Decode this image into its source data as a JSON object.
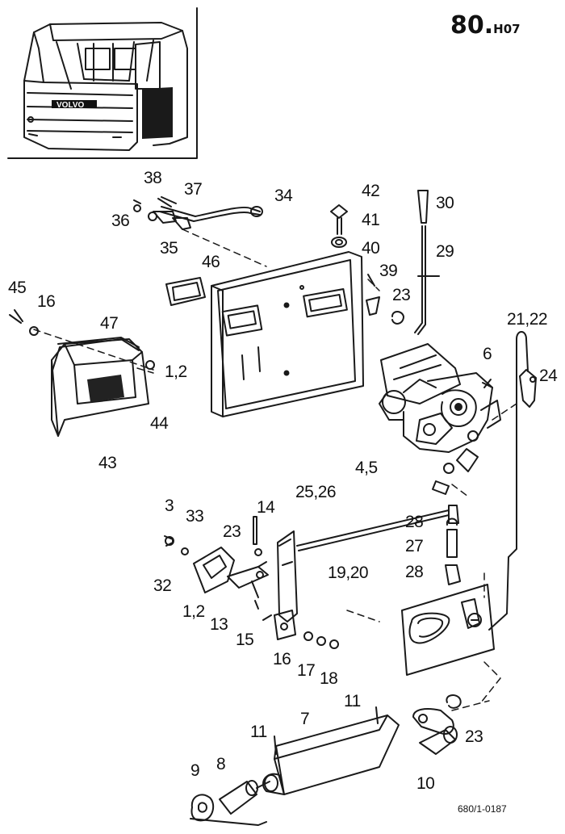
{
  "page_number": "80.",
  "page_suffix": "H07",
  "drawing_ref": "680/1-0187",
  "cab_badge_text": "VOLVO",
  "callouts": {
    "c38": "38",
    "c37": "37",
    "c34": "34",
    "c36": "36",
    "c35": "35",
    "c42": "42",
    "c41": "41",
    "c40": "40",
    "c39": "39",
    "c30": "30",
    "c29": "29",
    "c23a": "23",
    "c46": "46",
    "c45": "45",
    "c16a": "16",
    "c47": "47",
    "c12a": "1,2",
    "c21": "21,22",
    "c6": "6",
    "c24": "24",
    "c44": "44",
    "c43": "43",
    "c45b": "4,5",
    "c3": "3",
    "c33": "33",
    "c14": "14",
    "c2526": "25,26",
    "c23b": "23",
    "c28a": "28",
    "c27": "27",
    "c28b": "28",
    "c32": "32",
    "c1920": "19,20",
    "c12b": "1,2",
    "c13": "13",
    "c15": "15",
    "c16b": "16",
    "c17": "17",
    "c18": "18",
    "c11a": "11",
    "c11b": "11",
    "c7": "7",
    "c23c": "23",
    "c9": "9",
    "c8": "8",
    "c10": "10"
  }
}
